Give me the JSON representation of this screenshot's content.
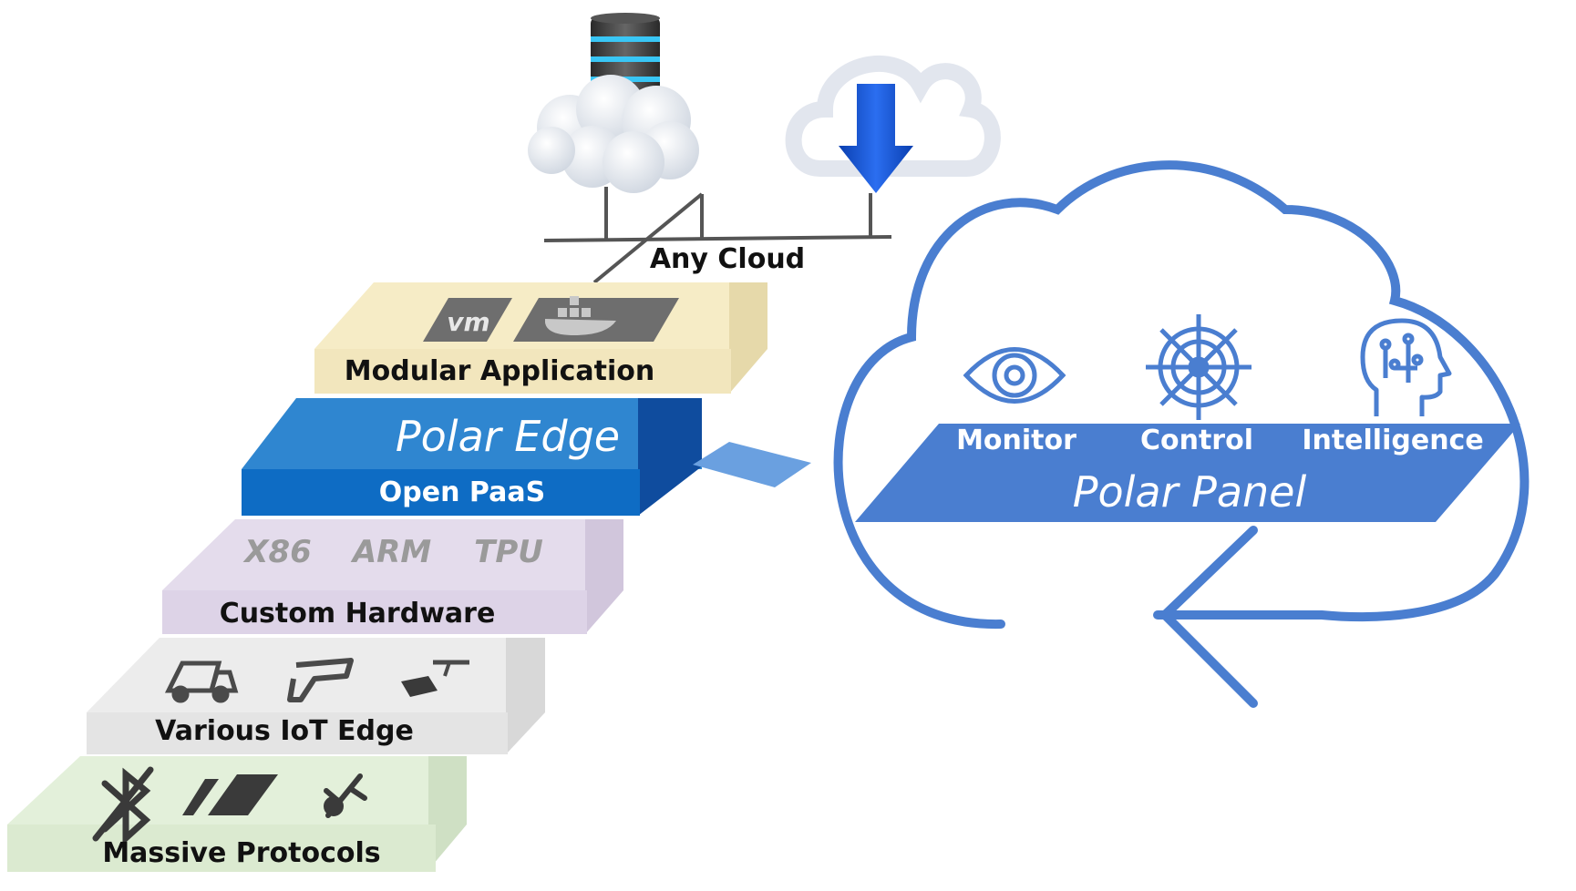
{
  "any_cloud": {
    "label": "Any Cloud",
    "icons": [
      "database-server-icon",
      "cloud-icon",
      "cloud-download-icon"
    ]
  },
  "stack": {
    "modular_application": {
      "label": "Modular Application",
      "icons": [
        "vmware-icon",
        "docker-icon"
      ],
      "color": "#f6ecc6"
    },
    "polar_edge": {
      "title": "Polar Edge",
      "subtitle": "Open PaaS",
      "color": "#1f78c8"
    },
    "custom_hardware": {
      "label": "Custom Hardware",
      "architectures": [
        "X86",
        "ARM",
        "TPU"
      ],
      "color": "#e4dcec"
    },
    "iot_edge": {
      "label": "Various IoT Edge",
      "icons": [
        "truck-icon",
        "scanner-gun-icon",
        "conveyor-icon"
      ],
      "color": "#ececec"
    },
    "protocols": {
      "label": "Massive Protocols",
      "icons": [
        "bluetooth-off-icon",
        "tablet-icon",
        "usb-icon"
      ],
      "color": "#e3f0da"
    }
  },
  "panel": {
    "title": "Polar Panel",
    "features": [
      {
        "label": "Monitor",
        "icon": "eye-icon"
      },
      {
        "label": "Control",
        "icon": "ship-wheel-icon"
      },
      {
        "label": "Intelligence",
        "icon": "ai-head-icon"
      }
    ],
    "color": "#4a7ed0"
  }
}
